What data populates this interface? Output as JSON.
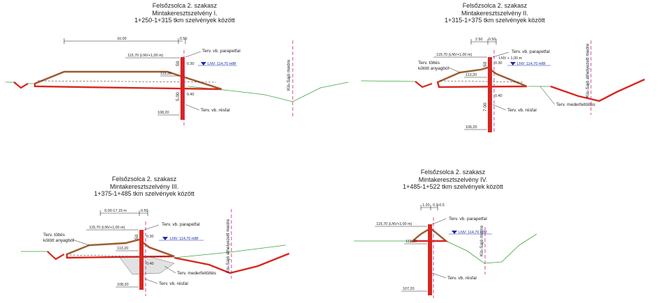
{
  "colors": {
    "embankment": "#d8261e",
    "ground": "#3aa43a",
    "dim": "#222222",
    "water": "#1a2aa8",
    "axis": "#cc1a8a"
  },
  "panels": [
    {
      "title": [
        "Felsőzsolca 2. szakasz",
        "Mintakeresztszelvény I.",
        "1+250-1+315 tkm szelvények között"
      ],
      "dims": {
        "top_width": "16.00",
        "top_small": "0.50",
        "crest": "115,70 (LNV+1,00 m)",
        "wall_h": "0.30",
        "mid": "113,20",
        "gap_up": "0.40",
        "bottom": "108,20",
        "v_top": "50",
        "v_bot": "5.00"
      },
      "labels": {
        "parapet": "Terv. vb. parapetfal",
        "sheet": "Terv. vb. résfal",
        "lnv": "LNV: 114,70 mBf",
        "river": "Kis-Sajó medre"
      }
    },
    {
      "title": [
        "Felsőzsolca 2. szakasz",
        "Mintakeresztszelvény II.",
        "1+315-1+375 tkm szelvények között"
      ],
      "dims": {
        "top_width": "2.50",
        "top_small": "0.50",
        "crest": "115,70 (LNV+1,00 m)",
        "wall_h": "0.30",
        "mid": "113,20",
        "gap_up": "0.40",
        "bottom": "106,20",
        "v_top": "50",
        "v_bot": "7.00",
        "lnv_small": "LNV + 1,00 m"
      },
      "labels": {
        "parapet": "Terv. vb. parapetfal",
        "sheet": "Terv. vb. résfal",
        "lnv": "LNV: 114,70 mBf",
        "river": "Kis-Sajó áthelyezett medre",
        "fill1": "Terv. töltés",
        "fill2": "kötött anyagból",
        "bed": "Terv. mederfeltöltés"
      }
    },
    {
      "title": [
        "Felsőzsolca 2. szakasz",
        "Mintakeresztszelvény III.",
        "1+375-1+485 tkm szelvények között"
      ],
      "dims": {
        "top_width": "6.00-17.15 m",
        "top_small": "0.50",
        "crest": "115,70 (LNV+1,00 m)",
        "wall_h": "0.30",
        "mid": "113,20",
        "gap_up": "0.40",
        "bottom": "108,20",
        "v_top": "50"
      },
      "labels": {
        "parapet": "Terv. vb. parapetfal",
        "sheet": "Terv. vb. résfal",
        "lnv": "LNV: 114,70 mBf",
        "river": "Kis-Sajó áthelyezett medre",
        "fill1": "Terv. töltés",
        "fill2": "kötött anyagból",
        "bed": "Terv. mederfeltöltés"
      }
    },
    {
      "title": [
        "Felsőzsolca 2. szakasz",
        "Mintakeresztszelvény IV.",
        "1+485-1+522 tkm szelvények között"
      ],
      "dims": {
        "top_width": "1.20",
        "top_small": "0.3-0.5",
        "crest": "115,70 (LNV+1,00 m)",
        "mid": "113,20",
        "bottom": "107,20"
      },
      "labels": {
        "parapet": "Terv. vb. parapetfal",
        "sheet": "Terv. vb. résfal",
        "lnv": "LNV: 114,70 mBf",
        "river": "Kis-Sajó medre"
      }
    }
  ]
}
